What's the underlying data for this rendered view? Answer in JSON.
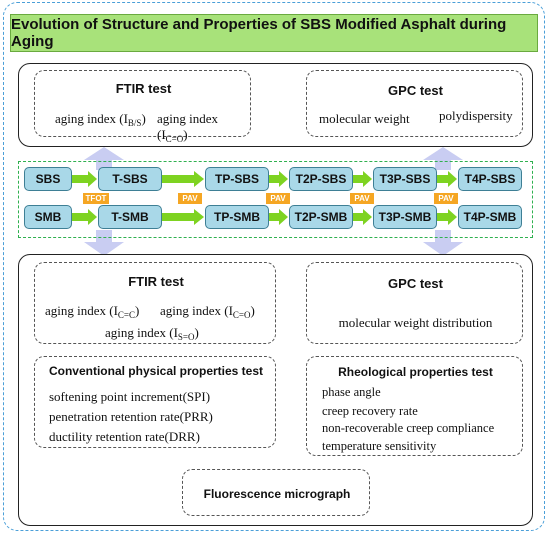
{
  "title": "Evolution of Structure and Properties of SBS Modified Asphalt during Aging",
  "top_section": {
    "ftir": {
      "heading": "FTIR test",
      "item1_prefix": "aging index (I",
      "item1_sub": "B/S",
      "item2_prefix": "aging index (I",
      "item2_sub": "C=O"
    },
    "gpc": {
      "heading": "GPC test",
      "item1": "molecular weight",
      "item2": "polydispersity"
    }
  },
  "flow": {
    "row1": [
      "SBS",
      "T-SBS",
      "TP-SBS",
      "T2P-SBS",
      "T3P-SBS",
      "T4P-SBS"
    ],
    "row2": [
      "SMB",
      "T-SMB",
      "TP-SMB",
      "T2P-SMB",
      "T3P-SMB",
      "T4P-SMB"
    ],
    "labels": [
      "TFOT",
      "PAV",
      "PAV",
      "PAV",
      "PAV"
    ]
  },
  "bottom_section": {
    "ftir": {
      "heading": "FTIR test",
      "item1_prefix": "aging index (I",
      "item1_sub": "C=C",
      "item2_prefix": "aging index (I",
      "item2_sub": "C=O",
      "item3_prefix": "aging index (I",
      "item3_sub": "S=O"
    },
    "gpc": {
      "heading": "GPC test",
      "item1": "molecular weight distribution"
    },
    "physical": {
      "heading": "Conventional physical properties test",
      "items": [
        "softening point increment(SPI)",
        "penetration retention rate(PRR)",
        "ductility retention rate(DRR)"
      ]
    },
    "rheo": {
      "heading": "Rheological properties test",
      "items": [
        "phase angle",
        "creep recovery rate",
        "non-recoverable creep compliance",
        "temperature sensitivity"
      ]
    },
    "fluor": {
      "heading": "Fluorescence micrograph"
    }
  },
  "colors": {
    "title_fill": "#a8e27a",
    "node_fill": "#a9d8e8",
    "process_label": "#f5a623",
    "flow_arrow": "#7ed321",
    "band_border": "#2fb04f",
    "big_arrow": "#c9cdf2"
  }
}
